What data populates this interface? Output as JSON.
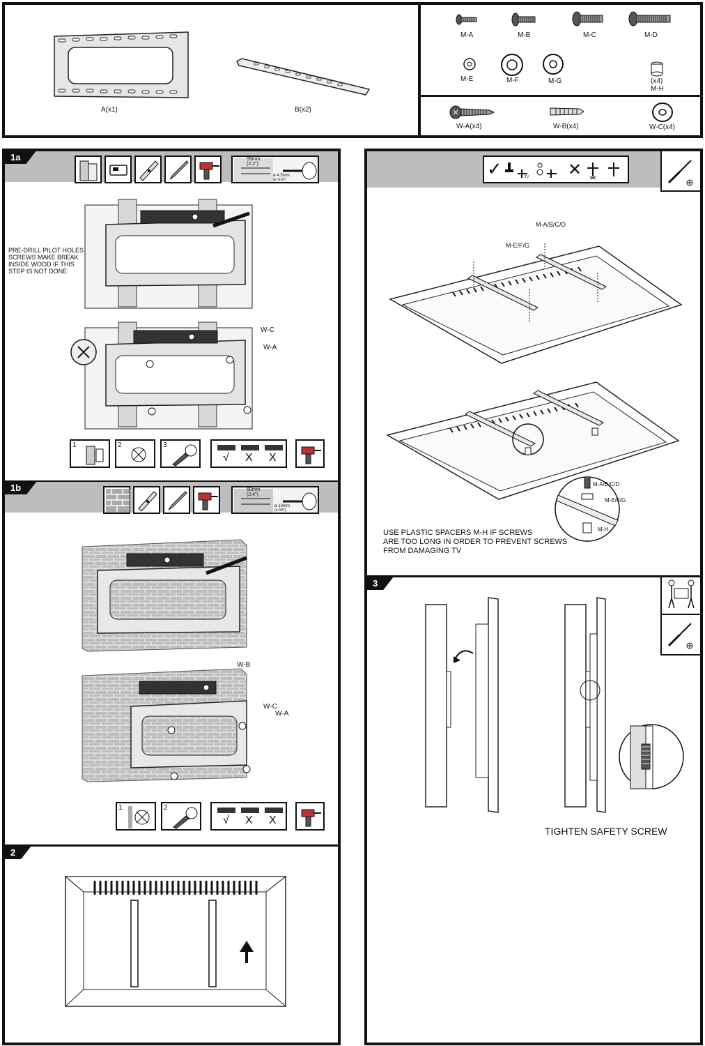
{
  "parts_top": {
    "a": "A(x1)",
    "b": "B(x2)"
  },
  "hardware": {
    "ma": "M-A",
    "mb": "M-B",
    "mc": "M-C",
    "md": "M-D",
    "me": "M-E",
    "mf": "M-F",
    "mg": "M-G",
    "mh_qty": "(x4)",
    "mh": "M-H",
    "wa": "W-A(x4)",
    "wb": "W-B(x4)",
    "wc": "W-C(x4)"
  },
  "step_1a": {
    "tag": "1a",
    "drill_spacing": "55mm",
    "drill_spacing_in": "(2.2\")",
    "drill_dia": "ø 4.5mm",
    "drill_dia_in": "(ø 3/16\")",
    "note": "PRE-DRILL PILOT HOLES\nSCREWS MAKE BREAK\nINSIDE WOOD IF THIS\nSTEP IS NOT DONE",
    "wc": "W-C",
    "wa": "W-A",
    "sub1": "1",
    "sub2": "2",
    "sub3": "3",
    "check": "√",
    "cross1": "X",
    "cross2": "X"
  },
  "step_1b": {
    "tag": "1b",
    "drill_spacing": "60mm",
    "drill_spacing_in": "(2.4\")",
    "drill_dia": "ø 10mm",
    "drill_dia_in": "(ø 3/8\")",
    "wb": "W-B",
    "wc": "W-C",
    "wa": "W-A",
    "sub1": "1",
    "sub2": "2",
    "check": "√",
    "cross1": "X",
    "cross2": "X"
  },
  "step_2": {
    "tag": "2"
  },
  "tv_panel": {
    "check": "✓",
    "cross": "✕",
    "tv": "TV",
    "label_screws": "M-A/B/C/D",
    "label_washers": "M-E/F/G",
    "detail_screws": "M-A/B/C/D",
    "detail_washers": "M-E/F/G",
    "detail_spacer": "M-H",
    "note": "USE PLASTIC SPACERS M-H IF SCREWS\nARE TOO LONG IN ORDER TO PREVENT SCREWS\nFROM DAMAGING TV"
  },
  "step_3": {
    "tag": "3",
    "caption": "TIGHTEN SAFETY SCREW"
  }
}
